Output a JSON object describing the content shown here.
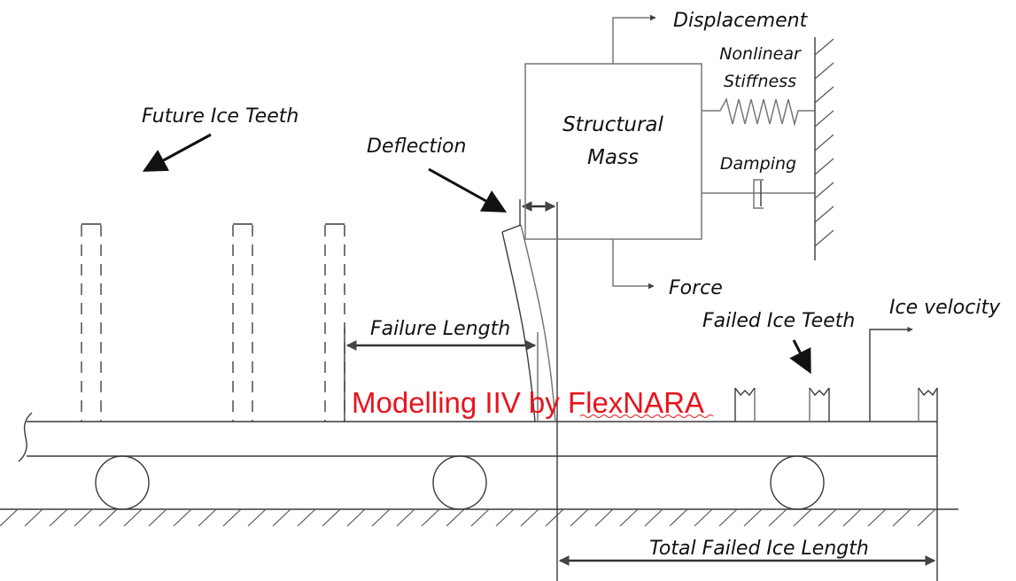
{
  "diagram": {
    "title_watermark": "Modelling IIV by FlexNARA",
    "labels": {
      "displacement": "Displacement",
      "nonlinear": "Nonlinear",
      "stiffness": "Stiffness",
      "structural": "Structural",
      "mass": "Mass",
      "damping": "Damping",
      "force": "Force",
      "deflection": "Deflection",
      "future_ice_teeth": "Future Ice Teeth",
      "failure_length": "Failure Length",
      "failed_ice_teeth": "Failed Ice Teeth",
      "ice_velocity": "Ice velocity",
      "total_failed_ice_length": "Total Failed Ice Length"
    },
    "components": {
      "future_teeth_count": 3,
      "failed_teeth_count": 3,
      "rollers_count": 3,
      "spring_zigzags": 5
    },
    "colors": {
      "watermark": "#e8141c",
      "lines": "#3a3a3a",
      "text": "#111111"
    }
  }
}
